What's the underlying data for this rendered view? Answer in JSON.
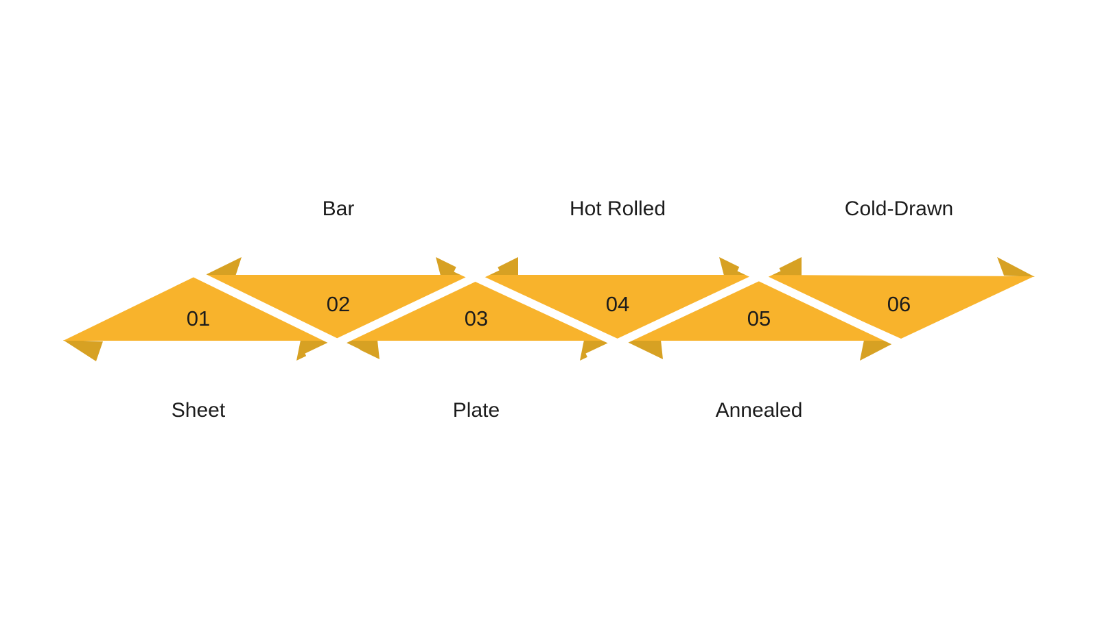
{
  "diagram": {
    "type": "zigzag-ribbon-process",
    "colors": {
      "background": "#ffffff",
      "ribbon": "#F8B32C",
      "ribbon_fold": "#D7A123",
      "text": "#1c1c1c"
    },
    "steps": [
      {
        "number": "01",
        "label": "Sheet",
        "label_position": "below"
      },
      {
        "number": "02",
        "label": "Bar",
        "label_position": "above"
      },
      {
        "number": "03",
        "label": "Plate",
        "label_position": "below"
      },
      {
        "number": "04",
        "label": "Hot Rolled",
        "label_position": "above"
      },
      {
        "number": "05",
        "label": "Annealed",
        "label_position": "below"
      },
      {
        "number": "06",
        "label": "Cold-Drawn",
        "label_position": "above"
      }
    ]
  }
}
